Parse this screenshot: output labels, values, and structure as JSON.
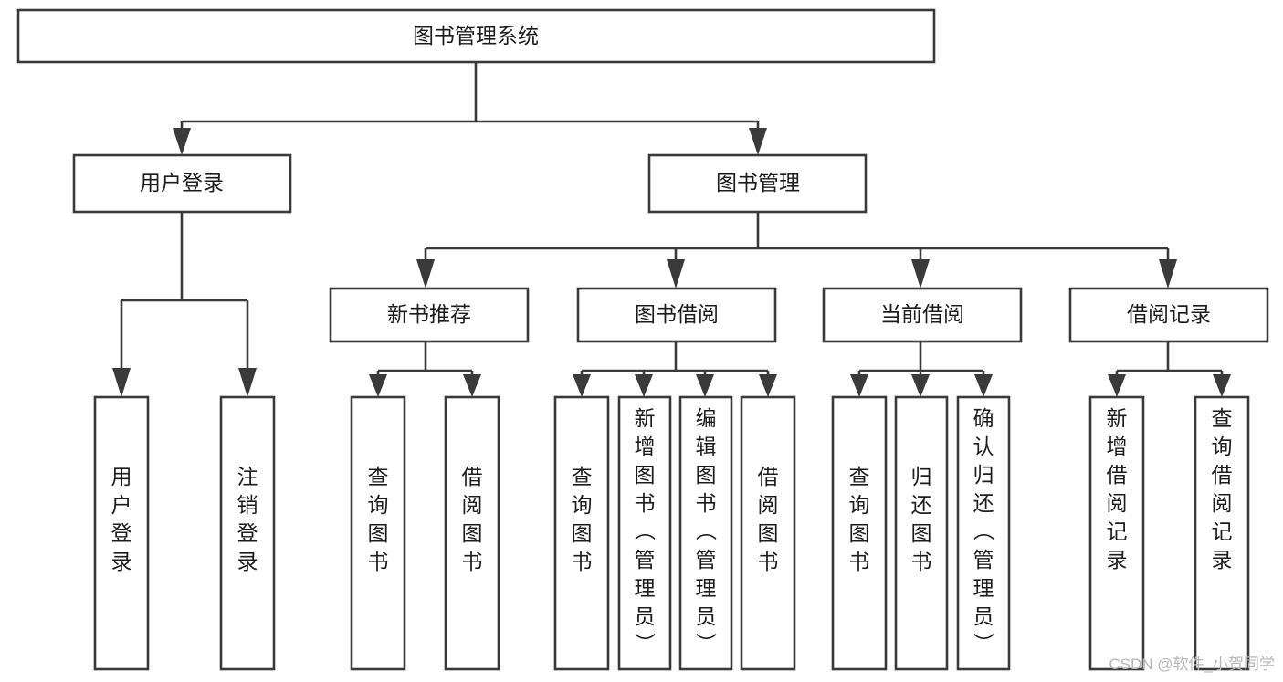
{
  "diagram": {
    "title": "图书管理系统",
    "type": "tree-hierarchy",
    "root": {
      "id": "root",
      "label": "图书管理系统"
    },
    "level2": [
      {
        "id": "user-login",
        "label": "用户登录"
      },
      {
        "id": "book-management",
        "label": "图书管理"
      }
    ],
    "level3": [
      {
        "id": "new-book-recommend",
        "label": "新书推荐",
        "parent": "book-management"
      },
      {
        "id": "book-borrow",
        "label": "图书借阅",
        "parent": "book-management"
      },
      {
        "id": "current-borrow",
        "label": "当前借阅",
        "parent": "book-management"
      },
      {
        "id": "borrow-record",
        "label": "借阅记录",
        "parent": "book-management"
      }
    ],
    "leaves": [
      {
        "id": "leaf-user-login",
        "label": "用户登录",
        "parent": "user-login"
      },
      {
        "id": "leaf-logout-login",
        "label": "注销登录",
        "parent": "user-login"
      },
      {
        "id": "leaf-query-book-1",
        "label": "查询图书",
        "parent": "new-book-recommend"
      },
      {
        "id": "leaf-borrow-book-1",
        "label": "借阅图书",
        "parent": "new-book-recommend"
      },
      {
        "id": "leaf-query-book-2",
        "label": "查询图书",
        "parent": "book-borrow"
      },
      {
        "id": "leaf-add-book",
        "label": "新增图书（管理员）",
        "parent": "book-borrow"
      },
      {
        "id": "leaf-edit-book",
        "label": "编辑图书（管理员）",
        "parent": "book-borrow"
      },
      {
        "id": "leaf-borrow-book-2",
        "label": "借阅图书",
        "parent": "book-borrow"
      },
      {
        "id": "leaf-query-book-3",
        "label": "查询图书",
        "parent": "current-borrow"
      },
      {
        "id": "leaf-return-book",
        "label": "归还图书",
        "parent": "current-borrow"
      },
      {
        "id": "leaf-confirm-return",
        "label": "确认归还（管理员）",
        "parent": "current-borrow"
      },
      {
        "id": "leaf-add-record",
        "label": "新增借阅记录",
        "parent": "borrow-record"
      },
      {
        "id": "leaf-query-record",
        "label": "查询借阅记录",
        "parent": "borrow-record"
      }
    ],
    "colors": {
      "stroke": "#3a3a3a",
      "fill": "#ffffff",
      "text": "#1c1c1c",
      "watermark": "#b6b6b6"
    }
  },
  "watermark": {
    "label": "CSDN @软件_小贺同学"
  }
}
